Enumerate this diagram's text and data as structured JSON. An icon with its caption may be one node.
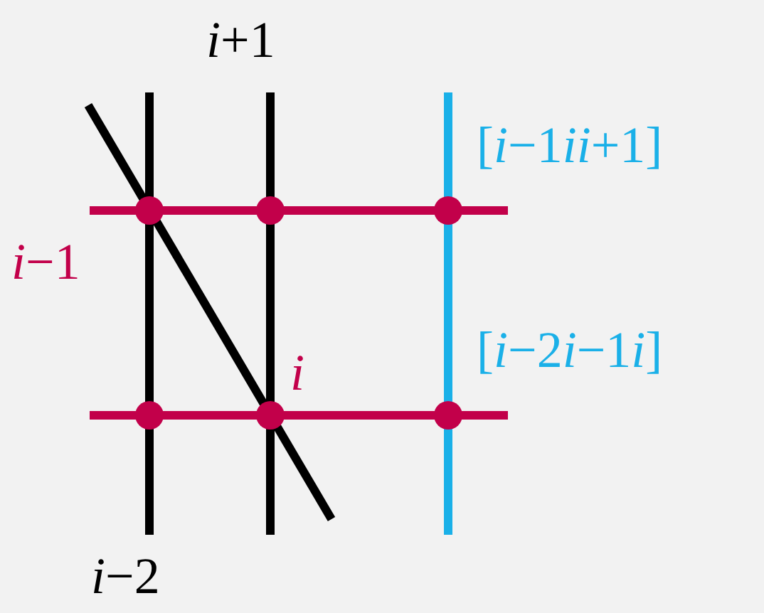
{
  "diagram": {
    "labels": [
      "i+1",
      "[i−1ii+1]",
      "i−1",
      "i",
      "[i−2i−1i]",
      "i−2"
    ]
  }
}
